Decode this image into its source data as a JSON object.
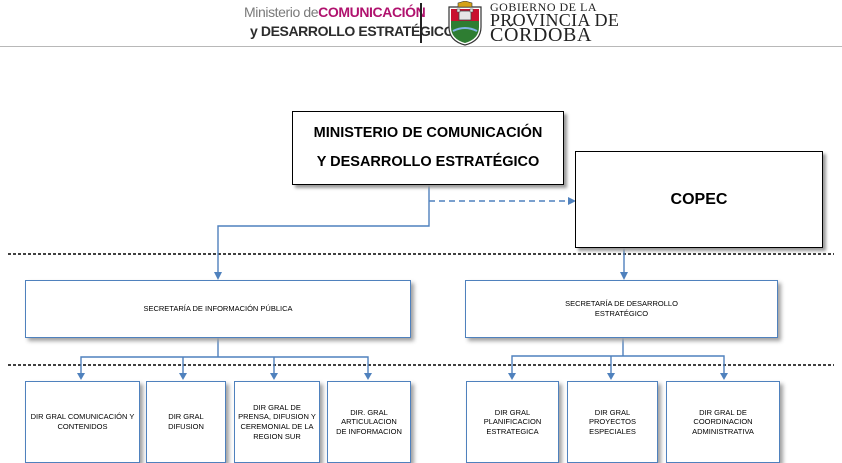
{
  "header": {
    "ministry_logo": {
      "line1_a": "Ministerio de",
      "line1_b": "COMUNICACIÓN",
      "line2_a": "y",
      "line2_b": "DESARROLLO ESTRATÉGICO"
    },
    "government": {
      "line1": "GOBIERNO DE LA",
      "line2": "PROVINCIA DE",
      "line3": "CÓRDOBA"
    }
  },
  "org_chart": {
    "root": "MINISTERIO DE COMUNICACIÓN Y DESARROLLO ESTRATÉGICO",
    "root_line1": "MINISTERIO DE COMUNICACIÓN",
    "root_line2": "Y DESARROLLO ESTRATÉGICO",
    "copec": "COPEC",
    "secretariats": [
      {
        "name": "SECRETARÍA DE INFORMACIÓN PÚBLICA",
        "directorates": [
          "DIR GRAL COMUNICACIÓN Y CONTENIDOS",
          "DIR GRAL DIFUSION",
          "DIR GRAL DE PRENSA, DIFUSION Y CEREMONIAL DE LA REGION SUR",
          "DIR. GRAL ARTICULACION DE INFORMACION"
        ]
      },
      {
        "name": "SECRETARÍA DE DESARROLLO ESTRATÉGICO",
        "directorates": [
          "DIR GRAL PLANIFICACION ESTRATEGICA",
          "DIR GRAL PROYECTOS ESPECIALES",
          "DIR GRAL DE COORDINACION ADMINISTRATIVA"
        ]
      }
    ]
  },
  "colors": {
    "connector": "#4f81bd",
    "box_border_blue": "#4f81bd",
    "box_border_black": "#000000",
    "logo_accent": "#b0126e",
    "shield_red": "#c8102e",
    "shield_green": "#2e7d32"
  }
}
